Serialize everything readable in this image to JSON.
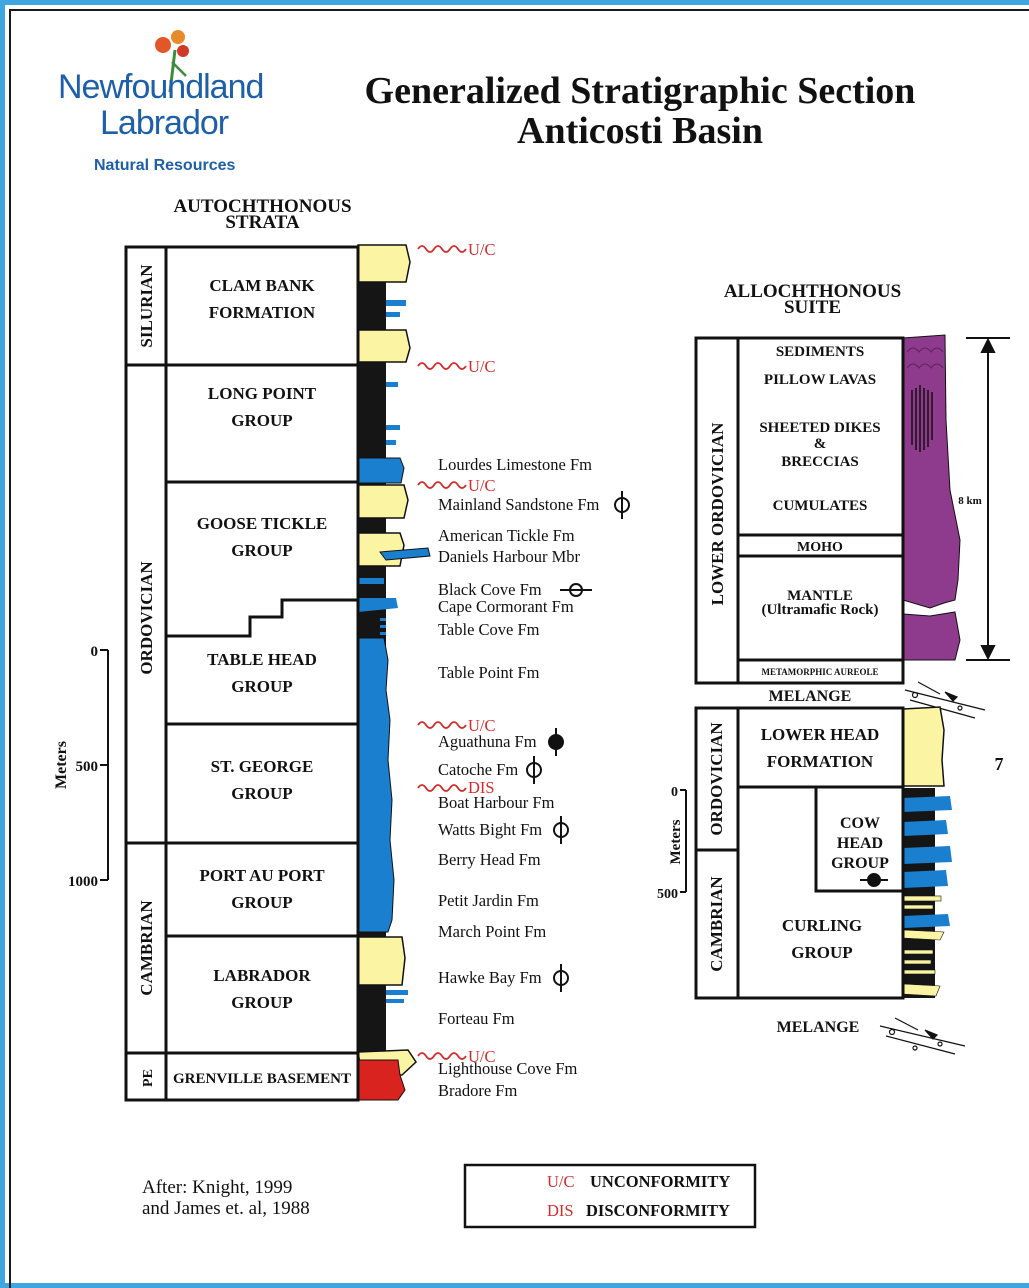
{
  "logo": {
    "line1": "Newfoundland",
    "line2": "Labrador",
    "line3": "Natural Resources"
  },
  "title": {
    "line1": "Generalized Stratigraphic Section",
    "line2": "Anticosti Basin"
  },
  "headings": {
    "auto_line1": "AUTOCHTHONOUS",
    "auto_line2": "STRATA",
    "allo_line1": "ALLOCHTHONOUS",
    "allo_line2": "SUITE"
  },
  "left_column": {
    "periods": [
      "SILURIAN",
      "ORDOVICIAN",
      "CAMBRIAN",
      "PE"
    ],
    "units": [
      {
        "l1": "CLAM BANK",
        "l2": "FORMATION"
      },
      {
        "l1": "LONG POINT",
        "l2": "GROUP"
      },
      {
        "l1": "GOOSE TICKLE",
        "l2": "GROUP"
      },
      {
        "l1": "TABLE HEAD",
        "l2": "GROUP"
      },
      {
        "l1": "ST. GEORGE",
        "l2": "GROUP"
      },
      {
        "l1": "PORT AU PORT",
        "l2": "GROUP"
      },
      {
        "l1": "LABRADOR",
        "l2": "GROUP"
      },
      {
        "l1": "GRENVILLE BASEMENT",
        "l2": ""
      }
    ],
    "formations": [
      "Lourdes Limestone Fm",
      "Mainland Sandstone Fm",
      "American Tickle Fm",
      "Daniels Harbour Mbr",
      "Black Cove Fm",
      "Cape Cormorant Fm",
      "Table Cove Fm",
      "Table Point Fm",
      "Aguathuna Fm",
      "Catoche Fm",
      "Boat Harbour Fm",
      "Watts Bight Fm",
      "Berry Head Fm",
      "Petit Jardin Fm",
      "March Point Fm",
      "Hawke Bay Fm",
      "Forteau Fm",
      "Lighthouse Cove Fm",
      "Bradore Fm"
    ],
    "uc": "U/C",
    "dis": "DIS",
    "scale": {
      "label": "Meters",
      "t0": "0",
      "t500": "500",
      "t1000": "1000"
    }
  },
  "allo_column": {
    "period": "LOWER ORDOVICIAN",
    "units": [
      "SEDIMENTS",
      "PILLOW LAVAS",
      "SHEETED DIKES",
      "&",
      "BRECCIAS",
      "CUMULATES",
      "MOHO",
      "MANTLE",
      "(Ultramafic Rock)",
      "METAMORPHIC AUREOLE"
    ],
    "thickness": "8 km",
    "melange": "MELANGE"
  },
  "lower_column": {
    "periods": [
      "ORDOVICIAN",
      "CAMBRIAN"
    ],
    "units": [
      {
        "l1": "LOWER HEAD",
        "l2": "FORMATION"
      },
      {
        "l1": "COW",
        "l2": "HEAD",
        "l3": "GROUP"
      },
      {
        "l1": "CURLING",
        "l2": "GROUP"
      }
    ],
    "melange": "MELANGE",
    "page_number": "7",
    "scale": {
      "label": "Meters",
      "t0": "0",
      "t500": "500"
    }
  },
  "credit": {
    "line1": "After: Knight, 1999",
    "line2": "and James et. al, 1988"
  },
  "legend": {
    "uc": "U/C",
    "uc_label": "UNCONFORMITY",
    "dis": "DIS",
    "dis_label": "DISCONFORMITY"
  },
  "colors": {
    "frame": "#3fa6e0",
    "limestone": "#1b7fd0",
    "sandstone": "#fbf5a3",
    "shale": "#151515",
    "basement": "#d9231f",
    "ophiolite": "#8e3b8e",
    "uc": "#d42b2b",
    "logo": "#1d5fa8"
  }
}
